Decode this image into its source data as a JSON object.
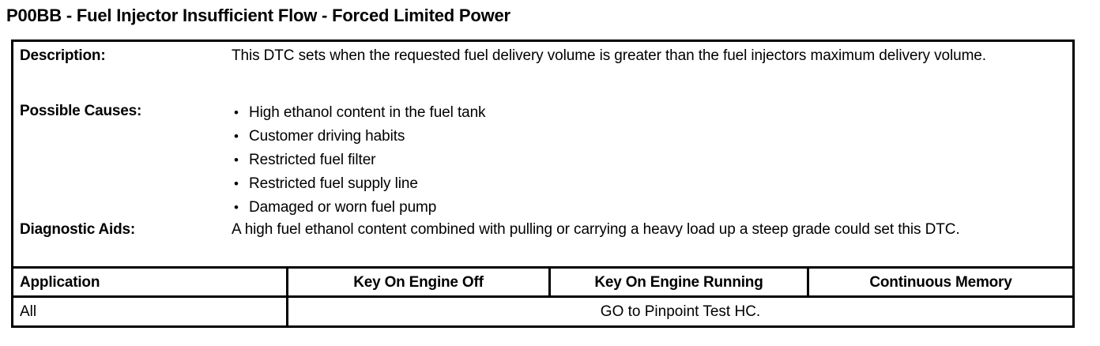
{
  "title": "P00BB - Fuel Injector Insufficient Flow - Forced Limited Power",
  "detail": {
    "description": {
      "label": "Description:",
      "text": "This DTC sets when the requested fuel delivery volume is greater than the fuel injectors maximum delivery volume."
    },
    "possible_causes": {
      "label": "Possible Causes:",
      "bullet_glyph": "•",
      "items": [
        "High ethanol content in the fuel tank",
        "Customer driving habits",
        "Restricted fuel filter",
        "Restricted fuel supply line",
        "Damaged or worn fuel pump"
      ]
    },
    "diagnostic_aids": {
      "label": "Diagnostic Aids:",
      "text": "A high fuel ethanol content combined with pulling or carrying a heavy load up a steep grade could set this DTC."
    }
  },
  "grid": {
    "headers": [
      "Application",
      "Key On Engine Off",
      "Key On Engine Running",
      "Continuous Memory"
    ],
    "rows": [
      {
        "application": "All",
        "merged_result": "GO to Pinpoint Test HC."
      }
    ]
  }
}
